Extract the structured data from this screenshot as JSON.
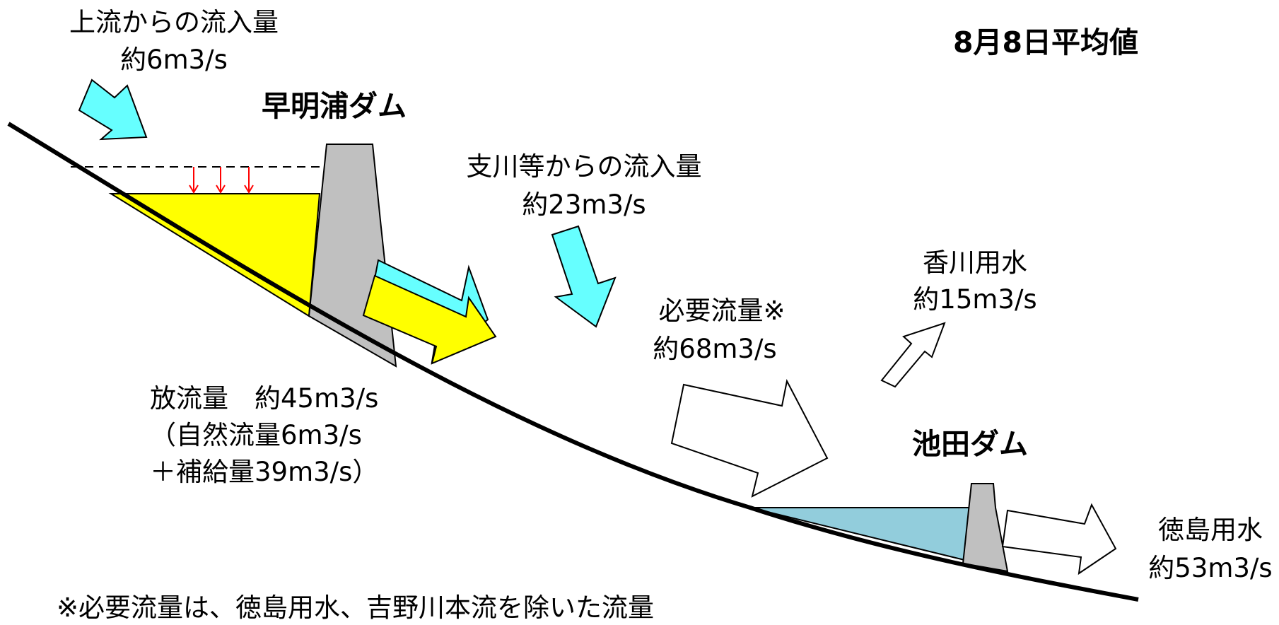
{
  "date_label": "8月8日平均値",
  "dams": {
    "upper": "早明浦ダム",
    "lower": "池田ダム"
  },
  "upstream_inflow": {
    "label": "上流からの流入量",
    "value": "約6m3/s"
  },
  "tributary_inflow": {
    "label": "支川等からの流入量",
    "value": "約23m3/s"
  },
  "release": {
    "line1": "放流量　約45m3/s",
    "line2": "（自然流量6m3/s",
    "line3": "＋補給量39m3/s）"
  },
  "required_flow": {
    "label": "必要流量※",
    "value": "約68m3/s"
  },
  "kagawa": {
    "label": "香川用水",
    "value": "約15m3/s"
  },
  "tokushima": {
    "label": "徳島用水",
    "value": "約53m3/s"
  },
  "footnote": "※必要流量は、徳島用水、吉野川本流を除いた流量",
  "colors": {
    "upper_reservoir": "#ffff00",
    "lower_reservoir": "#92cddc",
    "inflow_arrow": "#66ffff",
    "dam_body": "#c0c0c0",
    "drawdown_arrow": "#ff0000"
  }
}
